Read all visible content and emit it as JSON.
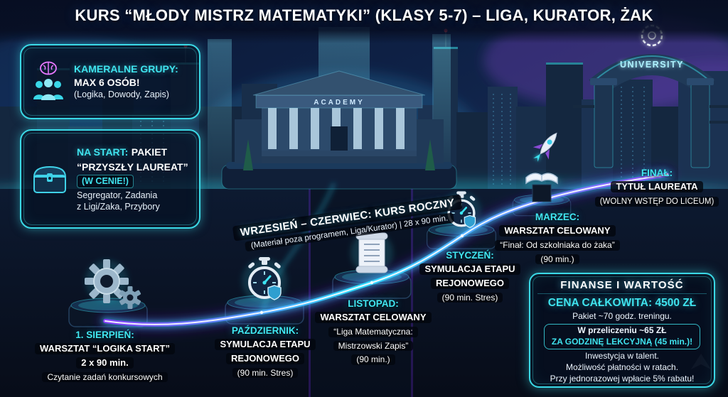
{
  "title": "KURS “MŁODY MISTRZ MATEMATYKI” (KLASY 5-7) – LIGA, KURATOR, ŻAK",
  "colors": {
    "accent": "#3FE3EE",
    "path_purple": "#8A4BD6",
    "path_cyan": "#2DE0FF",
    "background": "#0B1733"
  },
  "info_boxes": {
    "groups": {
      "heading": "KAMERALNE GRUPY:",
      "size": "MAX 6 OSÓB!",
      "topics": "(Logika, Dowody, Zapis)"
    },
    "start": {
      "label": "NA START:",
      "package_word": "PAKIET",
      "package_name": "“PRZYSZŁY LAUREAT”",
      "badge": "(W CENIE!)",
      "contents_line1": "Segregator, Zadania",
      "contents_line2": "z Ligi/Zaka, Przybory"
    }
  },
  "course_banner": {
    "line1": "WRZESIEŃ – CZERWIEC: KURS ROCZNY",
    "line2": "(Materiał poza programem, Liga/Kurator) | 28 x 90 min."
  },
  "milestones": [
    {
      "month": "1. SIERPIEŃ:",
      "line1": "WARSZTAT “LOGIKA START”",
      "line2": "2 x 90 min.",
      "line3": "Czytanie zadań konkursowych"
    },
    {
      "month": "PAŹDZIERNIK:",
      "line1": "SYMULACJA ETAPU",
      "line2": "REJONOWEGO",
      "line3": "(90 min. Stres)"
    },
    {
      "month": "LISTOPAD:",
      "line1": "WARSZTAT CELOWANY",
      "line2": "“Liga Matematyczna:",
      "line3": "Mistrzowski Zapis”",
      "line4": "(90 min.)"
    },
    {
      "month": "STYCZEŃ:",
      "line1": "SYMULACJA ETAPU",
      "line2": "REJONOWEGO",
      "line3": "(90 min. Stres)"
    },
    {
      "month": "MARZEC:",
      "line1": "WARSZTAT CELOWANY",
      "line2": "“Finał: Od szkolniaka do żaka”",
      "line3": "(90 min.)"
    },
    {
      "month": "FINAŁ:",
      "line1": "TYTUŁ LAUREATA",
      "line2": "(WOLNY WSTĘP DO LICEUM)"
    }
  ],
  "finance": {
    "header": "FINANSE I WARTOŚĆ",
    "price": "CENA CAŁKOWITA: 4500 ZŁ",
    "line1": "Pakiet ~70 godz. treningu.",
    "line2": "W przeliczeniu ~65 ZŁ",
    "line3": "ZA GODZINĘ LEKCYJNĄ (45 min.)!",
    "line4": "Inwestycja w talent.",
    "line5": "Możliwość płatności w ratach.",
    "line6": "Przy jednorazowej wpłacie 5% rabatu!"
  },
  "scene": {
    "academy_label": "ACADEMY",
    "university_label": "UNIVERSITY"
  }
}
